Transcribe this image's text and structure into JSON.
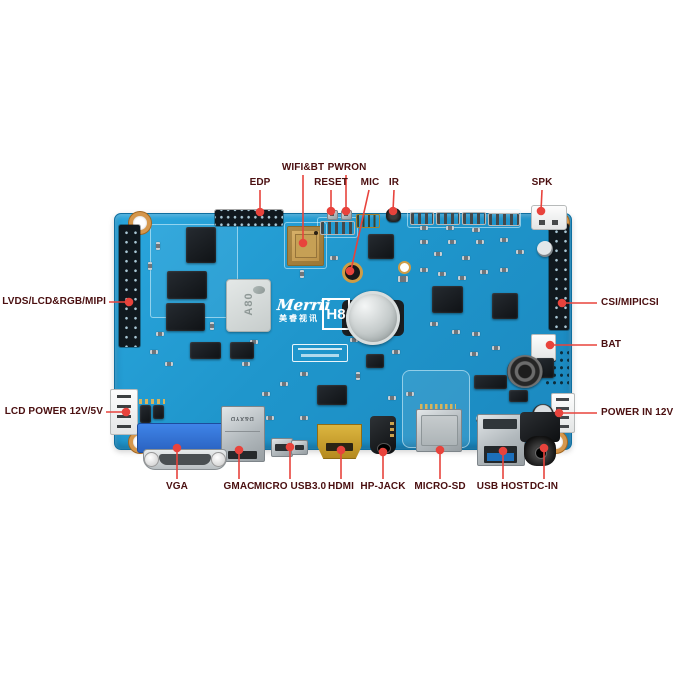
{
  "colors": {
    "pcb_blue": "#1f96cc",
    "callout_text": "#4a0f10",
    "leader_red": "#e8433c",
    "vga_blue": "#2f6fd2",
    "hdmi_gold": "#c99a2e",
    "wifi_module_tan": "#c9a35e"
  },
  "board": {
    "brand": "Merrii",
    "brand_cn": "美睿视讯",
    "model": "H8",
    "soc": "A80",
    "ethernet_marking": "D&XYD"
  },
  "callouts": {
    "top": [
      "EDP",
      "WIFI&BT",
      "RESET",
      "PWRON",
      "MIC",
      "IR",
      "SPK"
    ],
    "left": [
      "LVDS/LCD&RGB/MIPI",
      "LCD POWER 12V/5V"
    ],
    "right": [
      "CSI/MIPICSI",
      "BAT",
      "POWER IN 12V"
    ],
    "bottom": [
      "VGA",
      "GMAC",
      "MICRO USB3.0",
      "HDMI",
      "HP-JACK",
      "MICRO-SD",
      "USB HOST",
      "DC-IN"
    ]
  }
}
